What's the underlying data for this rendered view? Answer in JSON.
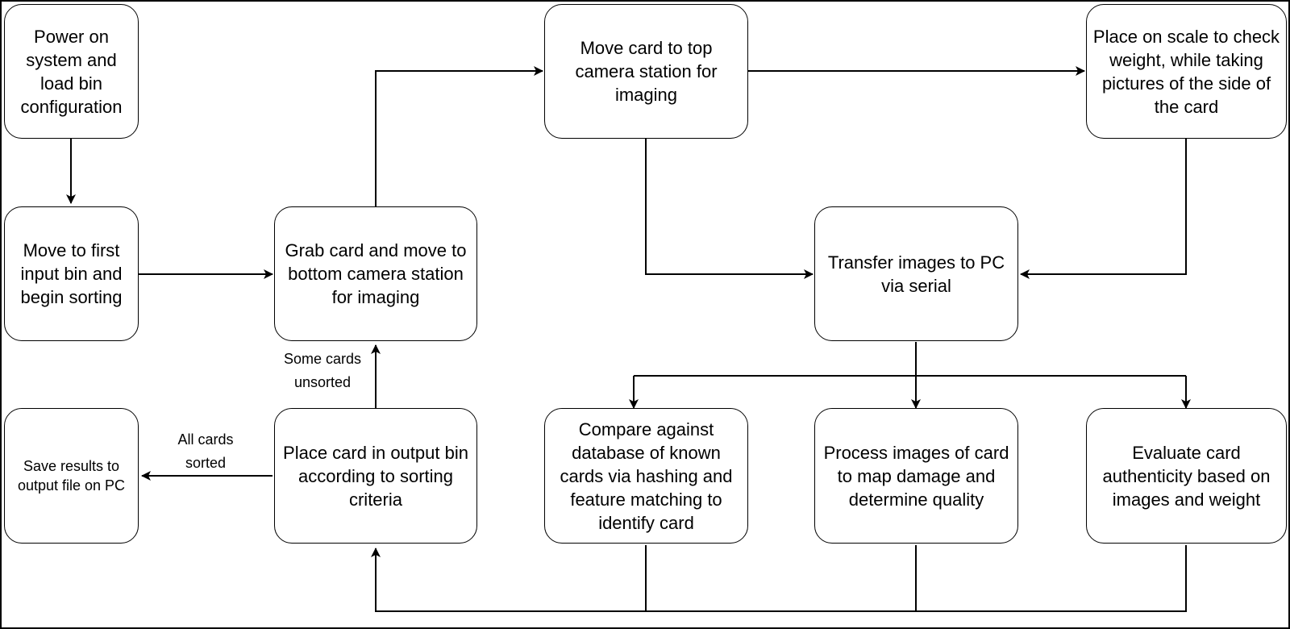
{
  "nodes": {
    "power_on": "Power on system and load bin configuration",
    "move_first_bin": "Move to first input bin and begin sorting",
    "grab_card": "Grab card and move to bottom camera station for imaging",
    "top_camera": "Move card to top camera station for imaging",
    "scale": "Place on scale to check weight, while taking pictures of the side of the card",
    "transfer": "Transfer images to PC via serial",
    "save_results": "Save results to output file on PC",
    "place_card": "Place card in output bin according to sorting criteria",
    "compare": "Compare against database of known cards via hashing and feature matching to identify card",
    "process": "Process images of card to map damage and determine quality",
    "evaluate": "Evaluate card authenticity based on images and weight"
  },
  "edge_labels": {
    "some_unsorted": "Some cards unsorted",
    "all_sorted": "All cards sorted"
  },
  "colors": {
    "stroke": "#000000",
    "fill": "#ffffff",
    "background": "#ffffff"
  }
}
